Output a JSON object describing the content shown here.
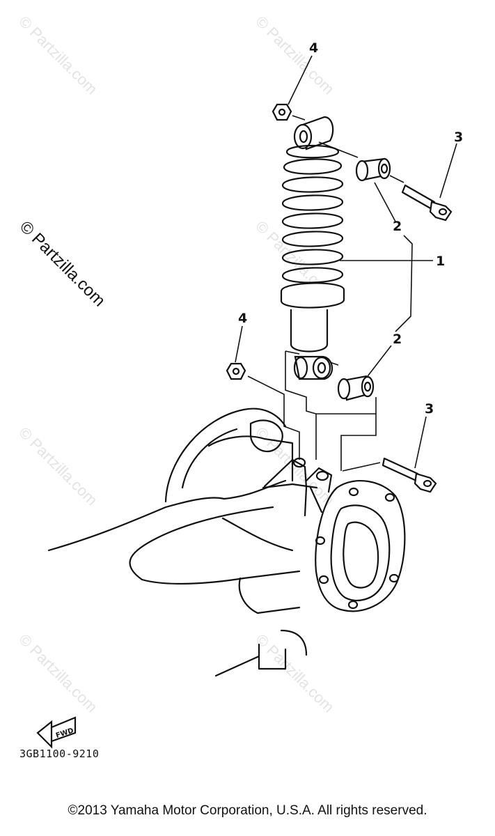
{
  "watermark": {
    "text": "© Partzilla.com"
  },
  "callouts": {
    "damper": "1",
    "bush": "2",
    "bolt": "3",
    "nut": "4"
  },
  "fwd_label": "FWD",
  "part_code": "3GB1100-9210",
  "copyright": "©2013  Yamaha Motor Corporation, U.S.A. All rights reserved."
}
